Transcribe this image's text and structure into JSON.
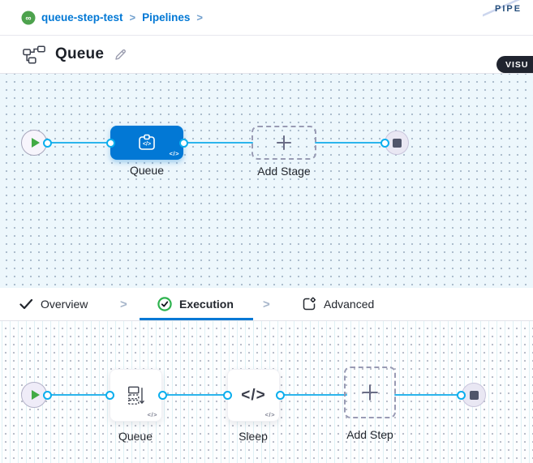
{
  "breadcrumb": {
    "project": "queue-step-test",
    "section": "Pipelines",
    "separator": ">"
  },
  "corner_ribbon": {
    "label": "PIPE"
  },
  "header": {
    "title": "Queue",
    "view_toggle": "VISU"
  },
  "stage_canvas": {
    "stage": {
      "label": "Queue",
      "code_badge": "</>"
    },
    "add_stage": {
      "label": "Add Stage"
    }
  },
  "tabs": {
    "separator": ">",
    "items": [
      {
        "label": "Overview"
      },
      {
        "label": "Execution"
      },
      {
        "label": "Advanced"
      }
    ]
  },
  "execution_canvas": {
    "steps": [
      {
        "label": "Queue",
        "code_badge": "</>"
      },
      {
        "label": "Sleep",
        "icon_glyph": "</>",
        "code_badge": "</>"
      }
    ],
    "add_step": {
      "label": "Add Step"
    }
  },
  "colors": {
    "primary_blue": "#0278d5",
    "connector_blue": "#2cb5ec",
    "success_green": "#42ab45",
    "canvas_tint": "#edf7fc",
    "toggle_bg": "#20242f"
  }
}
